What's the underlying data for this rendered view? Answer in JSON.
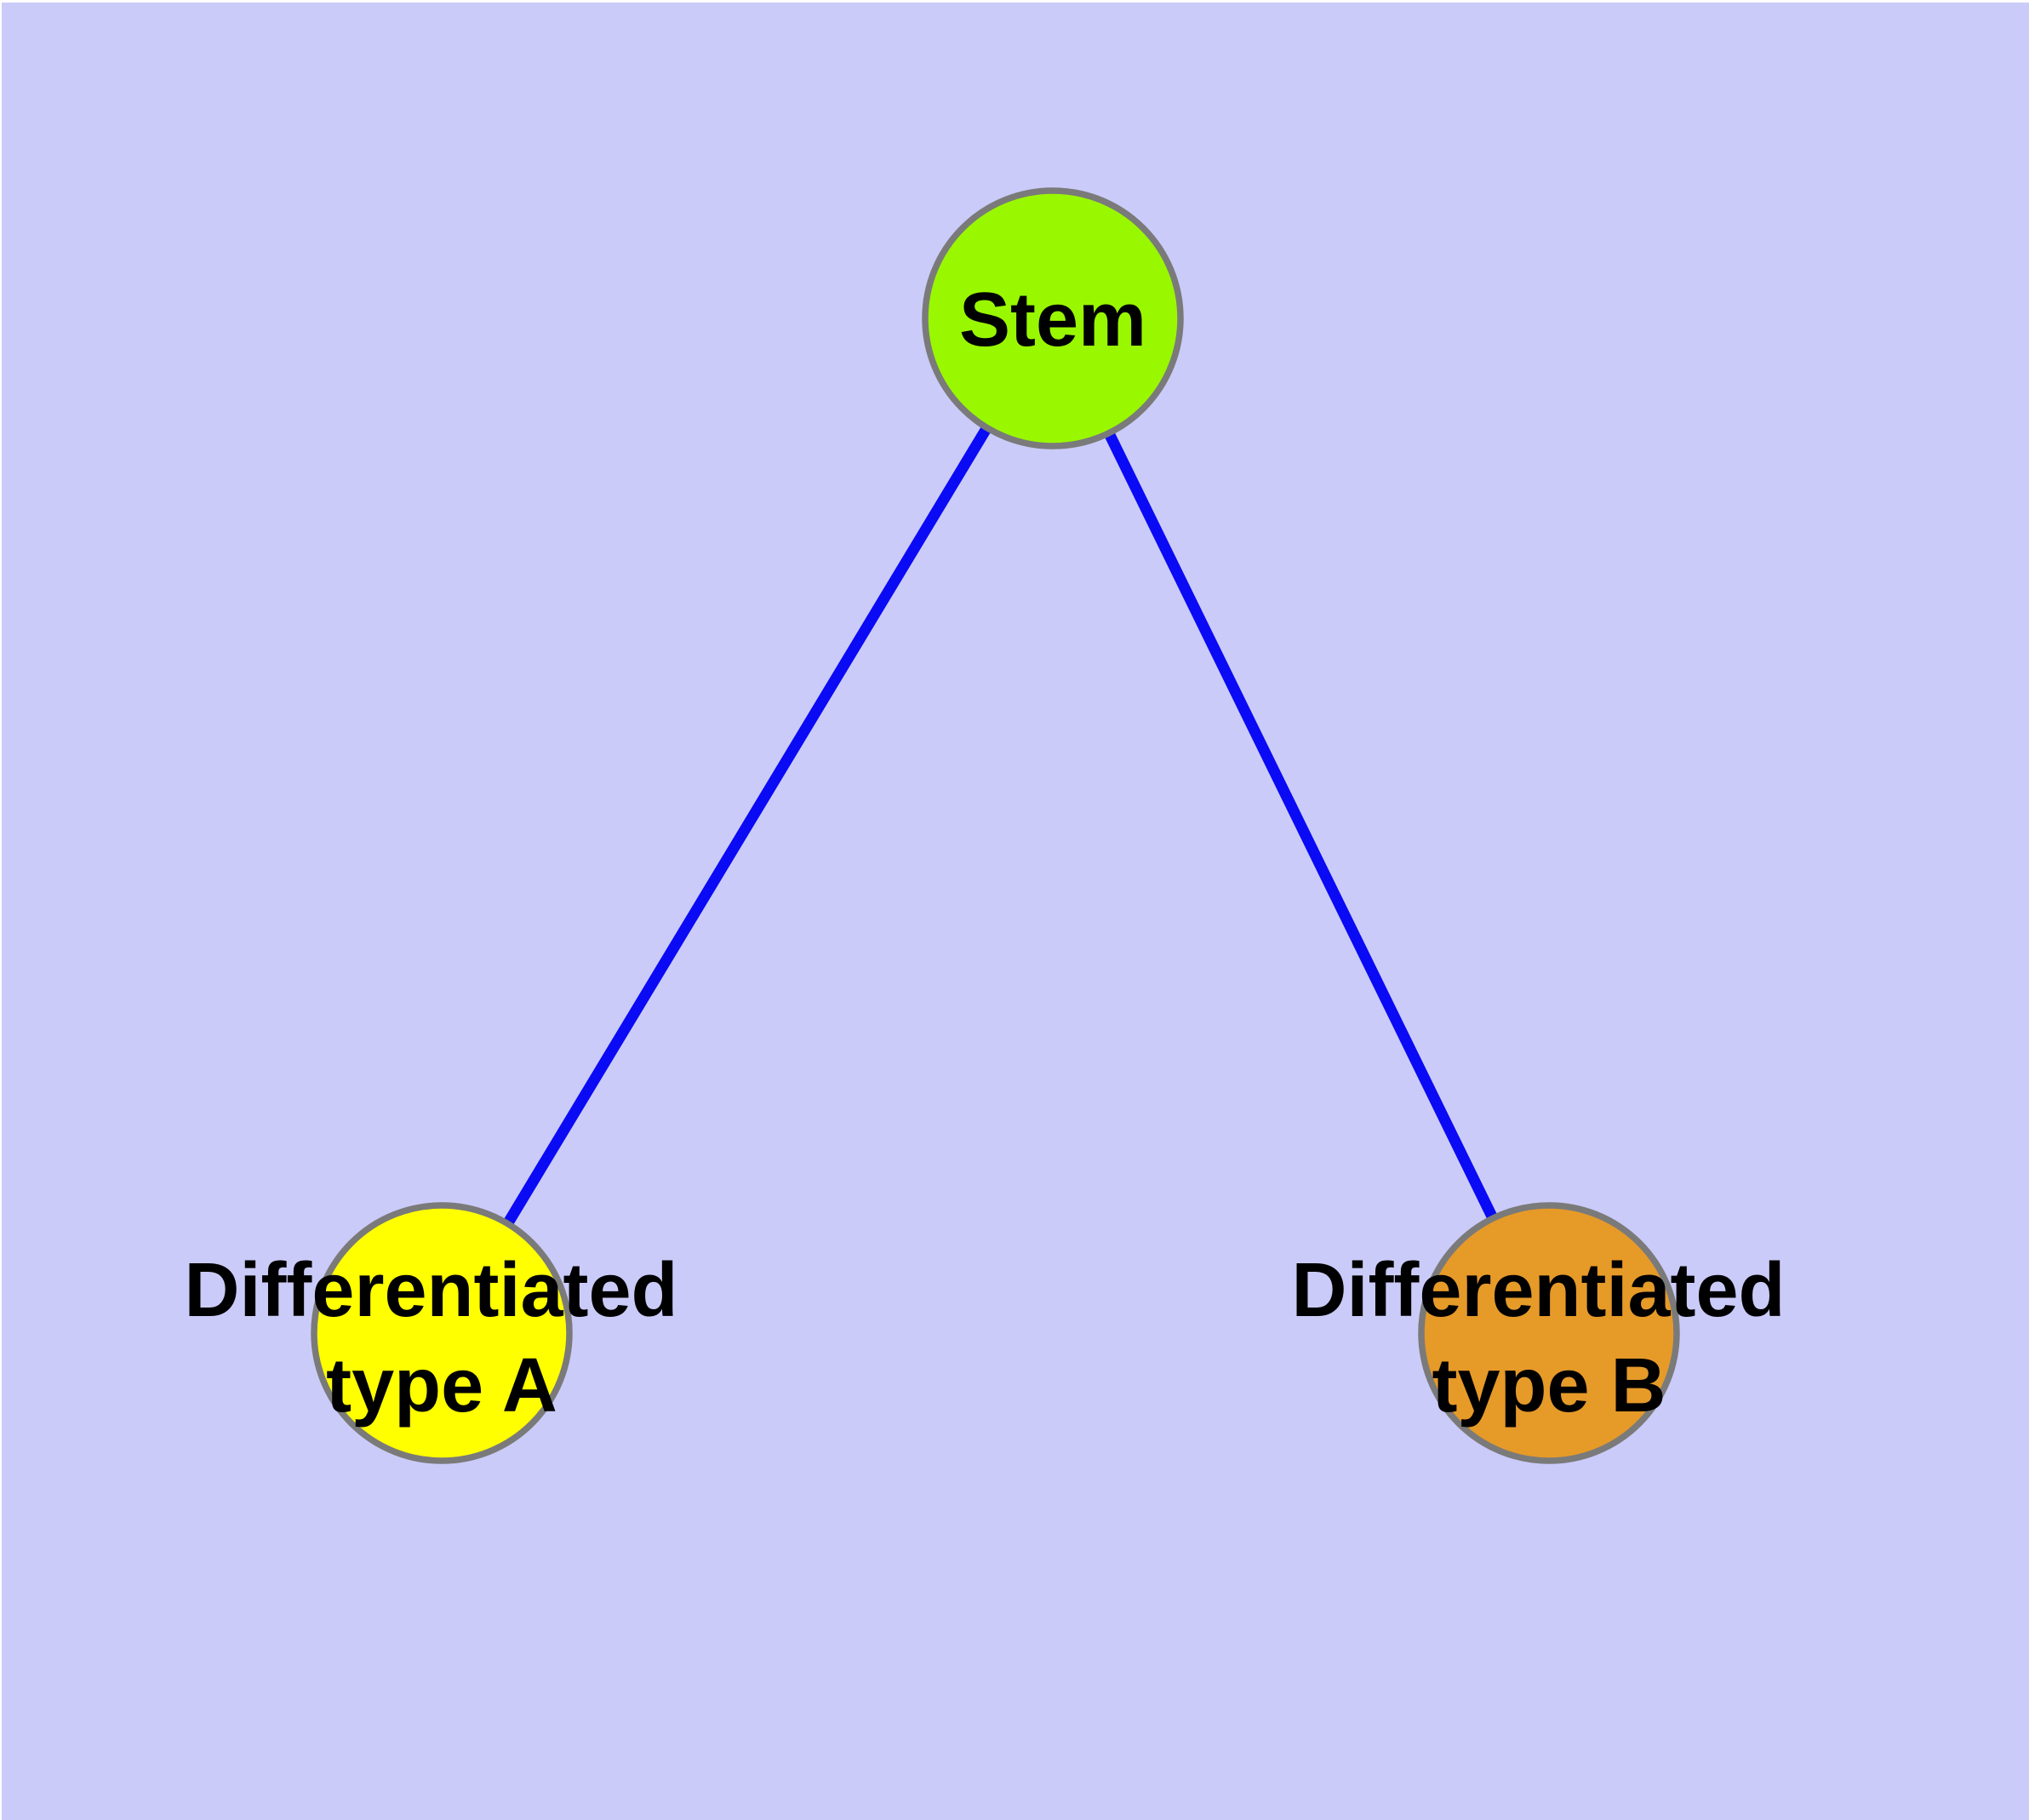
{
  "diagram": {
    "kind": "node-link-graph",
    "background_color": "#CBCBF9",
    "edge_color": "#0A0AF5",
    "node_border_color": "#7A7A7A",
    "label_color": "#000000",
    "nodes": {
      "stem": {
        "label": "Stem",
        "fill": "#99F800"
      },
      "type_a": {
        "label": "Differentiated type A",
        "label_line1": "Differentiated",
        "label_line2": "type A",
        "fill": "#FFFF00"
      },
      "type_b": {
        "label": "Differentiated type B",
        "label_line1": "Differentiated",
        "label_line2": "type B",
        "fill": "#E69A28"
      }
    },
    "edges": [
      {
        "from": "Stem",
        "to": "Differentiated type A"
      },
      {
        "from": "Stem",
        "to": "Differentiated type B"
      }
    ]
  }
}
